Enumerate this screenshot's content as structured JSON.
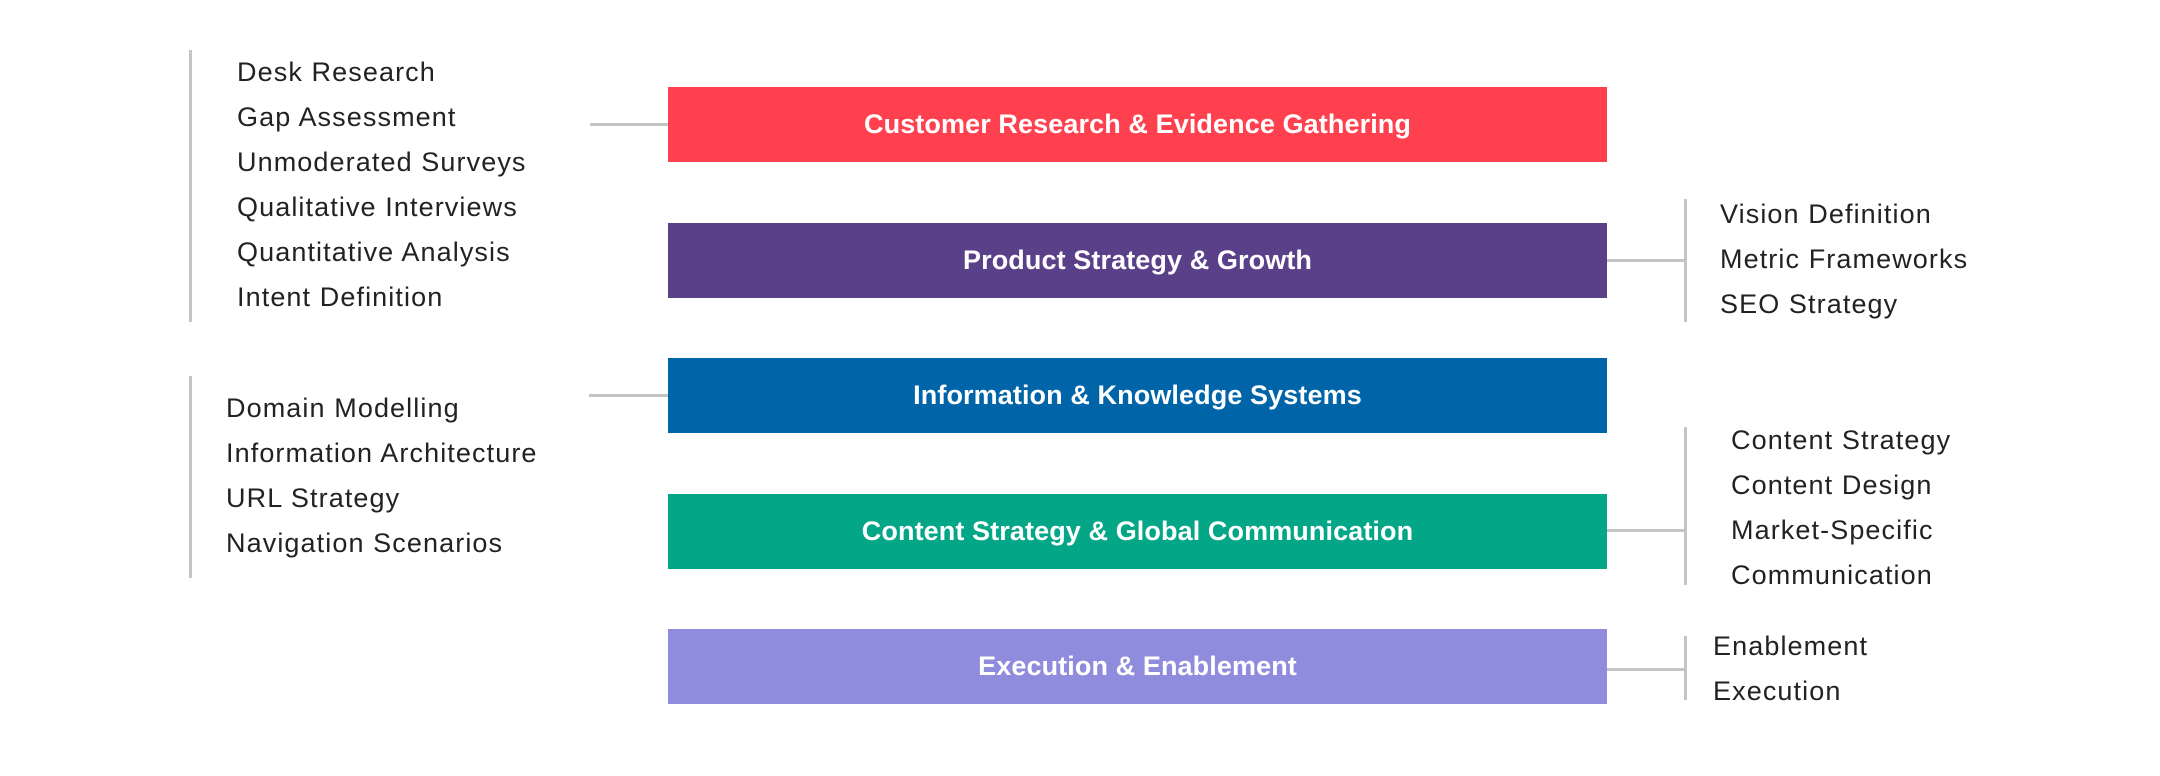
{
  "bars": [
    {
      "label": "Customer Research & Evidence Gathering",
      "color": "#ff404f"
    },
    {
      "label": "Product Strategy & Growth",
      "color": "#5a4089"
    },
    {
      "label": "Information & Knowledge Systems",
      "color": "#0064a8"
    },
    {
      "label": "Content Strategy & Global Communication",
      "color": "#03a686"
    },
    {
      "label": "Execution & Enablement",
      "color": "#8f8bdd"
    }
  ],
  "groups": {
    "research": [
      "Desk Research",
      "Gap Assessment",
      "Unmoderated Surveys",
      "Qualitative Interviews",
      "Quantitative Analysis",
      "Intent Definition"
    ],
    "strategy": [
      "Vision Definition",
      "Metric Frameworks",
      "SEO Strategy"
    ],
    "information": [
      "Domain Modelling",
      "Information Architecture",
      "URL Strategy",
      "Navigation Scenarios"
    ],
    "content": [
      "Content Strategy",
      "Content Design",
      "Market-Specific",
      "Communication"
    ],
    "execution": [
      "Enablement",
      "Execution"
    ]
  },
  "connector_color": "#c4c4c4"
}
